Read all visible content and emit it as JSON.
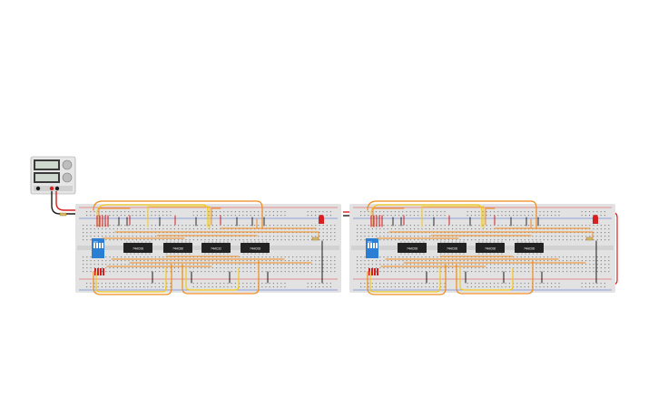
{
  "circuit": {
    "colors": {
      "background": "#ffffff",
      "breadboard": "#e2e2e2",
      "breadboard_rail_red": "#e23a3a",
      "breadboard_rail_blue": "#3a5fd0",
      "hole": "#8a8a8a",
      "chip": "#222222",
      "chip_label": "#ffffff",
      "dip_switch": "#2a7fd4",
      "wire_orange": "#f08a1c",
      "wire_yellow": "#f4c91e",
      "wire_red": "#d42020",
      "wire_black": "#1a1a1a",
      "led_red": "#d81f1f",
      "power_supply_body": "#e6e6e6"
    },
    "power_supply": {
      "name": "power-supply"
    },
    "boards": [
      {
        "name": "left",
        "chips": [
          {
            "label": "74HC08"
          },
          {
            "label": "74HC86"
          },
          {
            "label": "74HC32"
          },
          {
            "label": "74HC08"
          }
        ],
        "dip_switch_label": "ON"
      },
      {
        "name": "right",
        "chips": [
          {
            "label": "74HC08"
          },
          {
            "label": "74HC08"
          },
          {
            "label": "74HC08"
          },
          {
            "label": "74HC08"
          }
        ],
        "dip_switch_label": "ON"
      }
    ]
  }
}
